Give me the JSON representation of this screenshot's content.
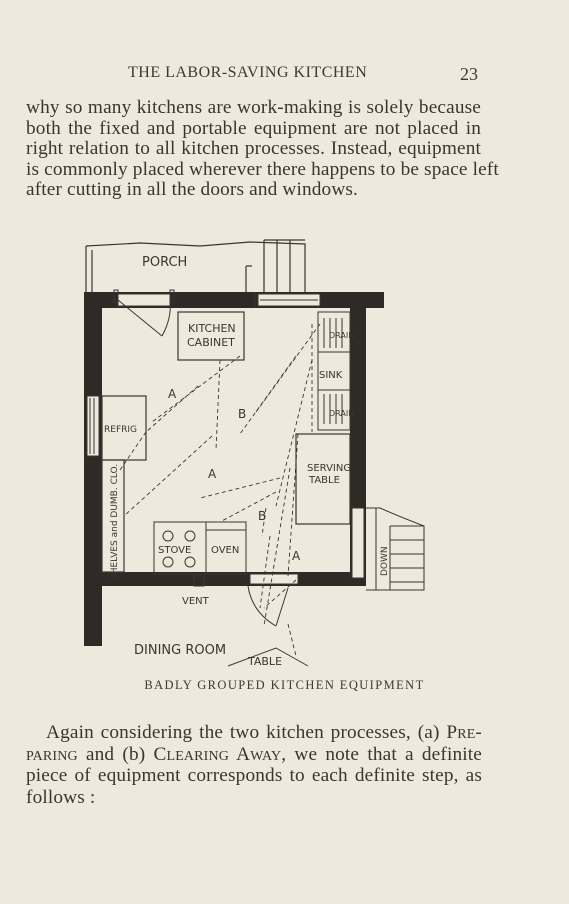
{
  "header": {
    "running_title": "THE LABOR-SAVING KITCHEN",
    "page_number": "23"
  },
  "paragraph_1": {
    "lines": [
      "why so many kitchens are work-making is solely because",
      "both the fixed and portable equipment are not placed in",
      "right relation to all kitchen processes.  Instead, equipment",
      "is commonly placed wherever there happens to be space left",
      "after cutting in all the doors and windows."
    ]
  },
  "figure": {
    "labels": {
      "porch": "PORCH",
      "kitchen_cabinet_1": "KITCHEN",
      "kitchen_cabinet_2": "CABINET",
      "drain_top": "DRAIN",
      "sink": "SINK",
      "drain_bottom": "DRAIN",
      "refrig": "REFRIG",
      "shelves": "SHELVES and DUMB. CLO.",
      "serving_1": "SERVING",
      "serving_2": "TABLE",
      "stove": "STOVE",
      "oven": "OVEN",
      "down": "DOWN",
      "vent": "VENT",
      "dining_room": "DINING ROOM",
      "table": "TABLE",
      "path_a_upper": "A",
      "path_b_upper": "B",
      "path_a_mid": "A",
      "path_b_lower": "B",
      "path_a_lower": "A"
    },
    "caption": "BADLY GROUPED KITCHEN EQUIPMENT"
  },
  "paragraph_2": {
    "line_1_pre": "Again considering the two kitchen processes, (a) ",
    "line_1_sc": "Pre-",
    "line_2_sc_1": "paring",
    "line_2_mid": " and (b) ",
    "line_2_sc_2": "Clearing Away",
    "line_2_post": ", we note that a definite",
    "line_3": "piece of equipment corresponds to each definite step, as",
    "line_4": "follows :"
  }
}
